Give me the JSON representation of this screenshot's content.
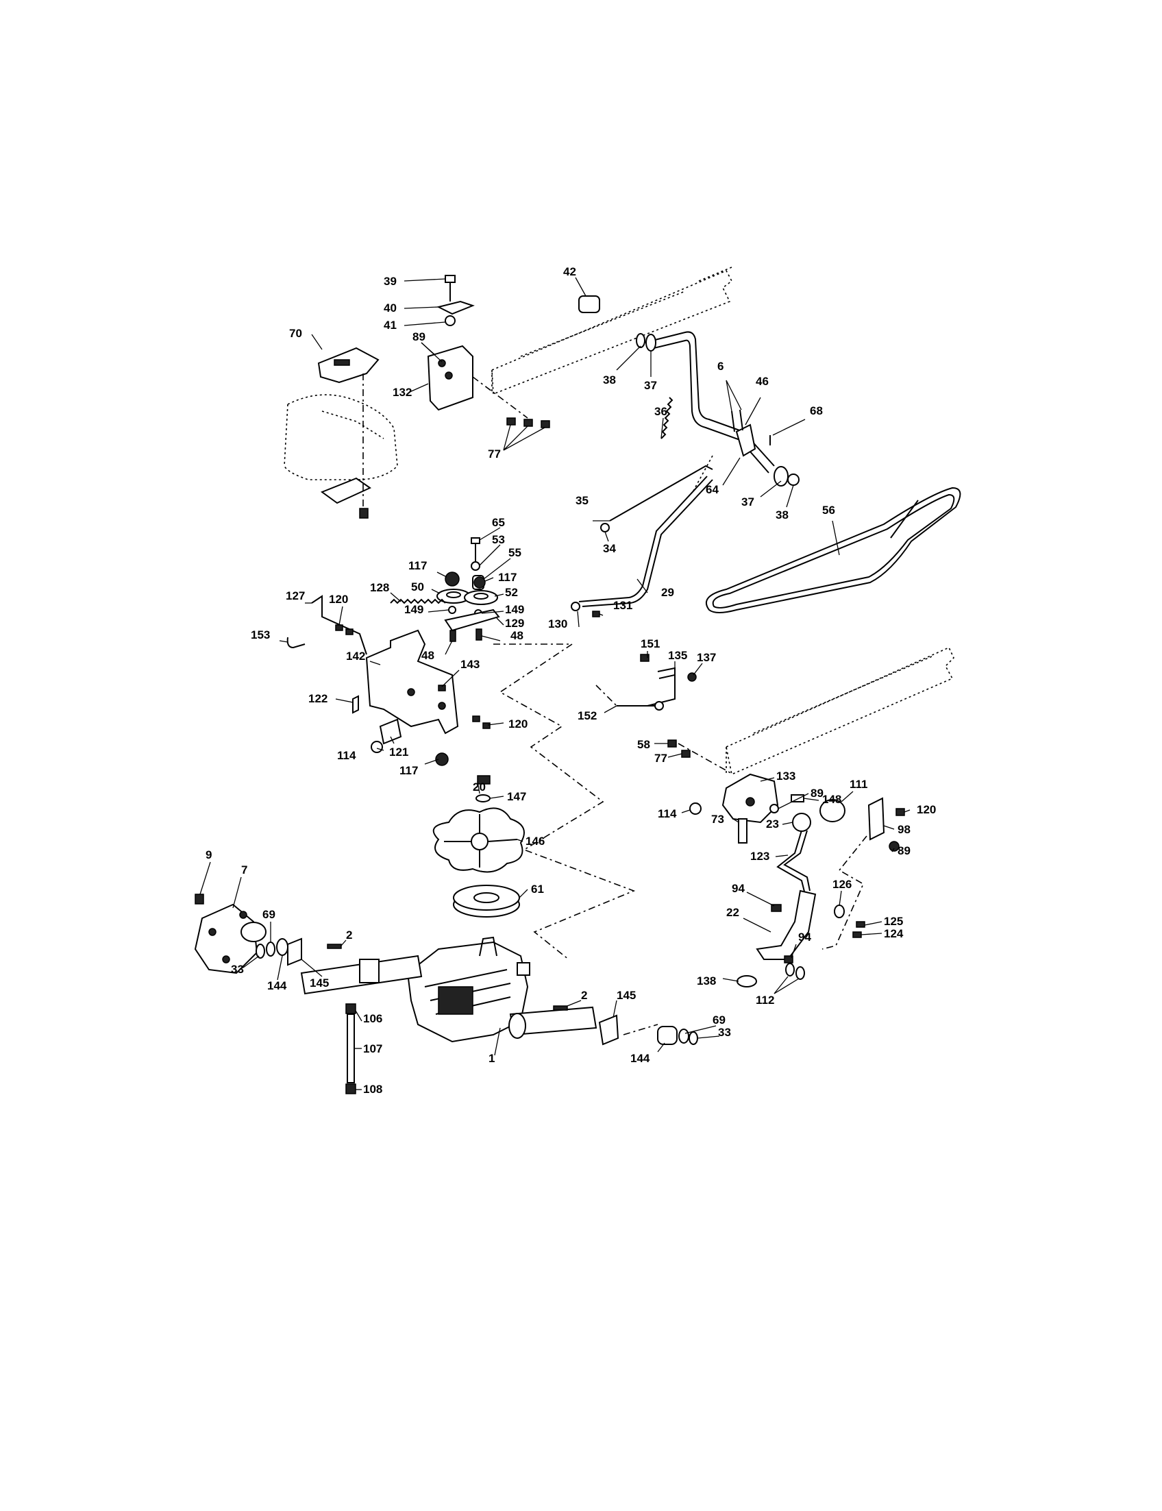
{
  "callouts": [
    "39",
    "40",
    "41",
    "42",
    "70",
    "89",
    "132",
    "38",
    "37",
    "6",
    "46",
    "68",
    "77",
    "36",
    "64",
    "37",
    "38",
    "35",
    "34",
    "56",
    "65",
    "53",
    "55",
    "117",
    "117",
    "50",
    "52",
    "149",
    "149",
    "129",
    "128",
    "127",
    "120",
    "153",
    "142",
    "48",
    "48",
    "143",
    "29",
    "130",
    "131",
    "151",
    "135",
    "137",
    "122",
    "120",
    "152",
    "114",
    "121",
    "117",
    "58",
    "77",
    "133",
    "148",
    "20",
    "147",
    "89",
    "111",
    "120",
    "114",
    "73",
    "23",
    "98",
    "89",
    "146",
    "123",
    "9",
    "7",
    "61",
    "94",
    "126",
    "69",
    "22",
    "125",
    "124",
    "2",
    "94",
    "33",
    "144",
    "145",
    "138",
    "112",
    "2",
    "145",
    "106",
    "69",
    "33",
    "107",
    "144",
    "1",
    "108"
  ]
}
